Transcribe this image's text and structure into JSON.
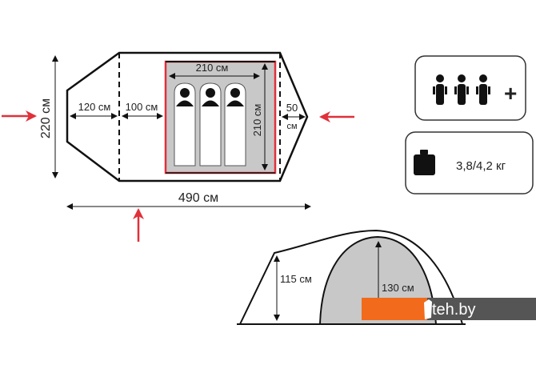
{
  "top_view": {
    "width_label": "220 см",
    "vestibule_front_label": "120 см",
    "vestibule_mid_label": "100 см",
    "inner_width_label": "210 см",
    "inner_length_label": "210 см",
    "rear_label_top": "50",
    "rear_label_bottom": "см",
    "total_length_label": "490 см"
  },
  "side_view": {
    "vestibule_height_label": "115 см",
    "inner_height_label": "130 см"
  },
  "specs": {
    "capacity_label": "+",
    "weight_label": "3,8/4,2 кг"
  },
  "watermark": {
    "text": "teh.by",
    "colors": {
      "orange": "#f26a1b",
      "dark": "#555555"
    }
  },
  "colors": {
    "accent_red": "#e0303a",
    "inner_gray": "#c8c8c8"
  }
}
